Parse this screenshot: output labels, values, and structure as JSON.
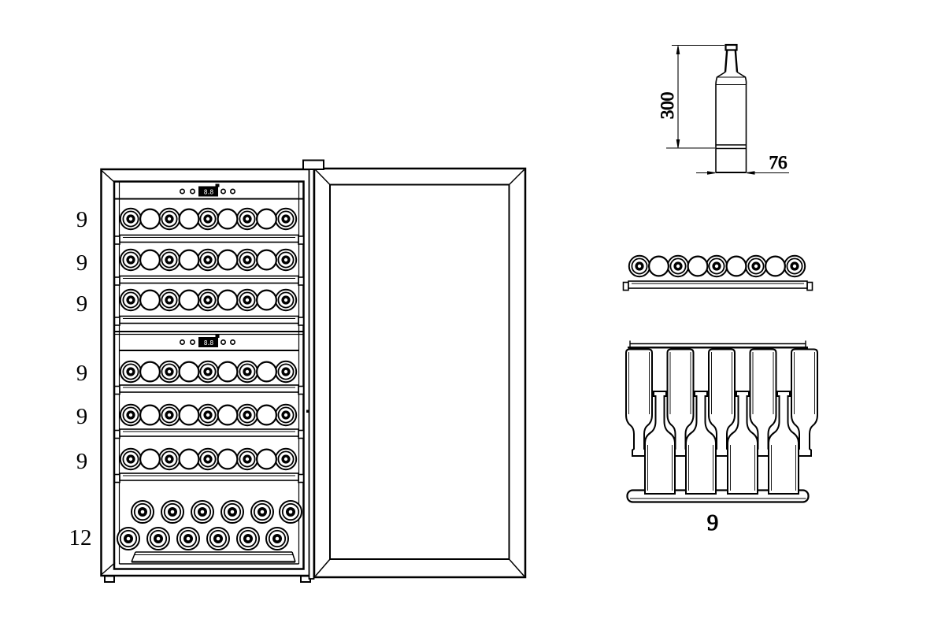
{
  "page": {
    "background": "#ffffff",
    "line_color": "#000000",
    "description": "Wine cooler technical line drawing: front view with open door, bottle capacity labels, bottle dimension figure and shelf figures"
  },
  "front_view": {
    "shelf_labels": [
      "9",
      "9",
      "9",
      "9",
      "9",
      "9"
    ],
    "bottom_section_label": "12",
    "upper_display_value": "8.8",
    "lower_display_value": "8.8"
  },
  "bottle_figure": {
    "height_dimension": "300",
    "diameter_dimension": "76"
  },
  "shelf_figure": {
    "capacity_label": "9"
  }
}
